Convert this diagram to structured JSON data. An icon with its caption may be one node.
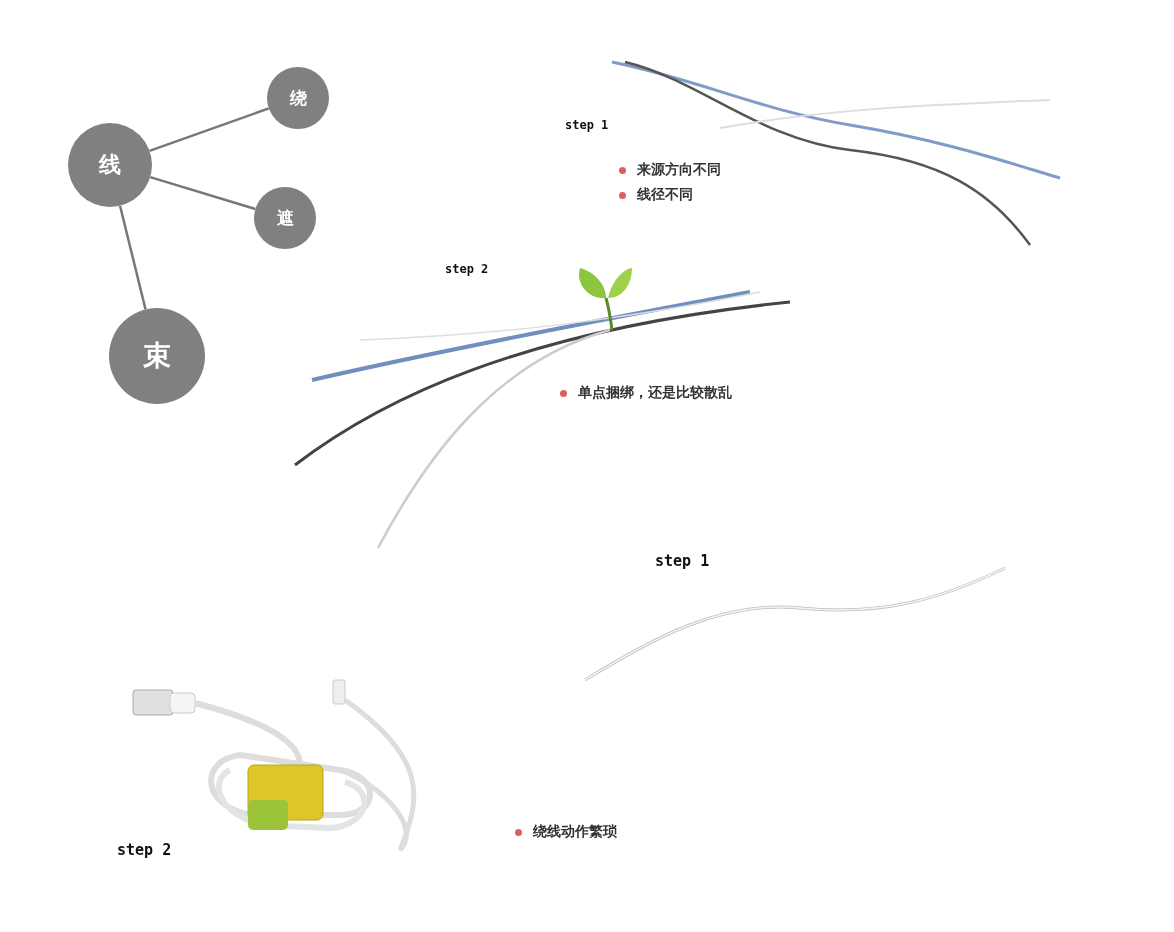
{
  "diagram": {
    "nodes": [
      {
        "text": [
          "线"
        ]
      },
      {
        "text": [
          "绕"
        ]
      },
      {
        "text": [
          "遮"
        ]
      },
      {
        "text": [
          "束"
        ]
      }
    ],
    "edges": [
      {
        "from": 0,
        "to": 1,
        "arrow": "none"
      },
      {
        "from": 0,
        "to": 2,
        "arrow": "none"
      },
      {
        "from": 0,
        "to": 3,
        "arrow": "none"
      }
    ],
    "labels": [
      "step 1",
      "来源方向不同",
      "线径不同",
      "step 2",
      "单点捆绑，还是比较散乱",
      "step 1",
      "step 2",
      "绕线动作繁琐"
    ]
  }
}
